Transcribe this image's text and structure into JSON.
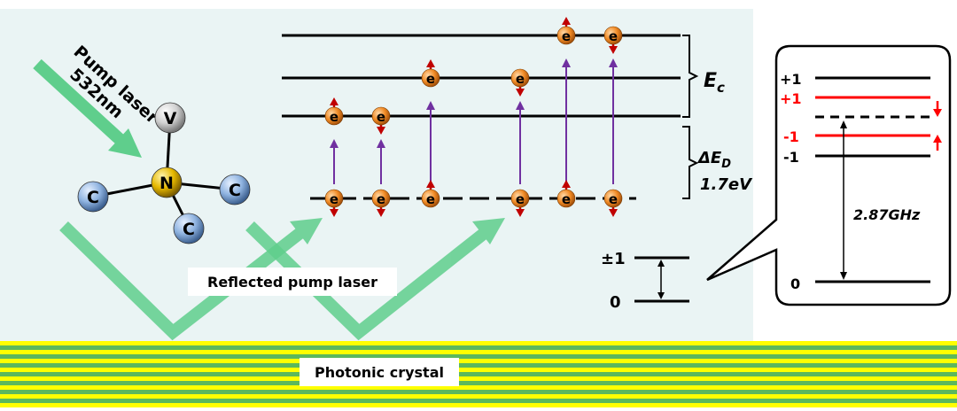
{
  "labels": {
    "pump_laser_line1": "Pump laser",
    "pump_laser_line2": "532nm",
    "reflected_pump_laser": "Reflected pump laser",
    "photonic_crystal": "Photonic crystal",
    "conduction_label": "E",
    "conduction_sub": "c",
    "gap_label": "ΔE",
    "gap_sub": "D",
    "gap_value": "1.7eV",
    "ground_pm1": "±1",
    "ground_0": "0",
    "zoom_plus1_black": "+1",
    "zoom_plus1_red": "+1",
    "zoom_minus1_red": "-1",
    "zoom_minus1_black": "-1",
    "zoom_0": "0",
    "zoom_frequency": "2.87GHz"
  },
  "atoms": [
    {
      "symbol": "V",
      "color": "#d9d9d9"
    },
    {
      "symbol": "N",
      "color": "#e6b800"
    },
    {
      "symbol": "C",
      "color": "#8fb3e0"
    },
    {
      "symbol": "C",
      "color": "#8fb3e0"
    },
    {
      "symbol": "C",
      "color": "#8fb3e0"
    }
  ],
  "electron_symbol": "e",
  "colors": {
    "background_panel": "#eaf4f4",
    "stripe_yellow": "#ffff00",
    "stripe_green": "#5cb85c",
    "laser_green": "#5fce8c",
    "electron_orange": "#f08a24",
    "spin_arrow_red": "#c00000",
    "excitation_purple": "#7030a0",
    "zoom_red": "#ff0000"
  }
}
